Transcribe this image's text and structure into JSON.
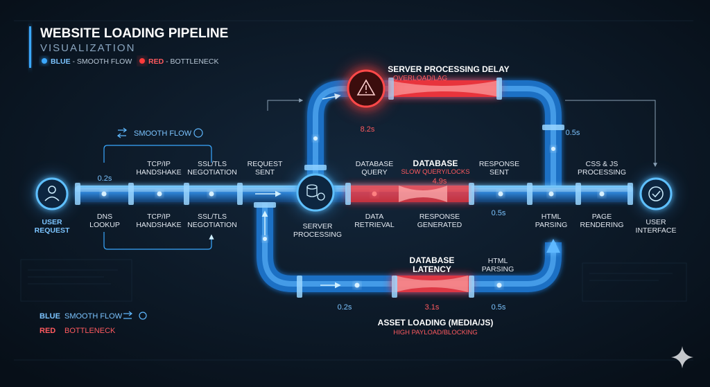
{
  "title": {
    "line1": "WEBSITE LOADING PIPELINE",
    "line2": "VISUALIZATION"
  },
  "legend_top": {
    "blue_key": "BLUE",
    "blue_text": " - SMOOTH FLOW",
    "red_key": "RED",
    "red_text": " - BOTTLENECK"
  },
  "legend_bottom": {
    "blue_key": "BLUE",
    "blue_text": "SMOOTH FLOW",
    "red_key": "RED",
    "red_text": "BOTTLENECK"
  },
  "smooth_flow_label": "SMOOTH FLOW",
  "nodes": {
    "user_request": [
      "USER",
      "REQUEST"
    ],
    "server_processing": [
      "SERVER",
      "PROCESSING"
    ],
    "user_interface": [
      "USER",
      "INTERFACE"
    ]
  },
  "stages_top": {
    "tcp": [
      "TCP/IP",
      "HANDSHAKE"
    ],
    "ssl": [
      "SSL/TLS",
      "NEGOTIATION"
    ],
    "request_sent": [
      "REQUEST",
      "SENT"
    ],
    "db_query": [
      "DATABASE",
      "QUERY"
    ],
    "database": "DATABASE",
    "database_sub": "SLOW QUERY/LOCKS",
    "response_sent": [
      "RESPONSE",
      "SENT"
    ],
    "css_js": [
      "CSS & JS",
      "PROCESSING"
    ]
  },
  "stages_bottom": {
    "dns": [
      "DNS",
      "LOOKUP"
    ],
    "tcp": [
      "TCP/IP",
      "HANDSHAKE"
    ],
    "ssl": [
      "SSL/TLS",
      "NEGOTIATION"
    ],
    "data_retrieval": [
      "DATA",
      "RETRIEVAL"
    ],
    "response_generated": [
      "RESPONSE",
      "GENERATED"
    ],
    "html_parsing": [
      "HTML",
      "PARSING"
    ],
    "page_rendering": [
      "PAGE",
      "RENDERING"
    ]
  },
  "server_delay": {
    "title": "SERVER PROCESSING DELAY",
    "sub": "OVERLOAD/LAG"
  },
  "db_latency": {
    "title": [
      "DATABASE",
      "LATENCY"
    ],
    "html_parsing": [
      "HTML",
      "PARSING"
    ]
  },
  "asset_loading": {
    "title": "ASSET LOADING (MEDIA/JS)",
    "sub": "HIGH PAYLOAD/BLOCKING"
  },
  "timings": {
    "dns": "0.2s",
    "server_delay": "8.2s",
    "upper_right": "0.5s",
    "database": "4.9s",
    "response": "0.5s",
    "bottom_left": "0.2s",
    "db_latency": "3.1s",
    "bottom_right": "0.5s"
  },
  "colors": {
    "background": "#0a1420",
    "smooth": "#3aa8ff",
    "bottleneck": "#ff3b3b"
  }
}
